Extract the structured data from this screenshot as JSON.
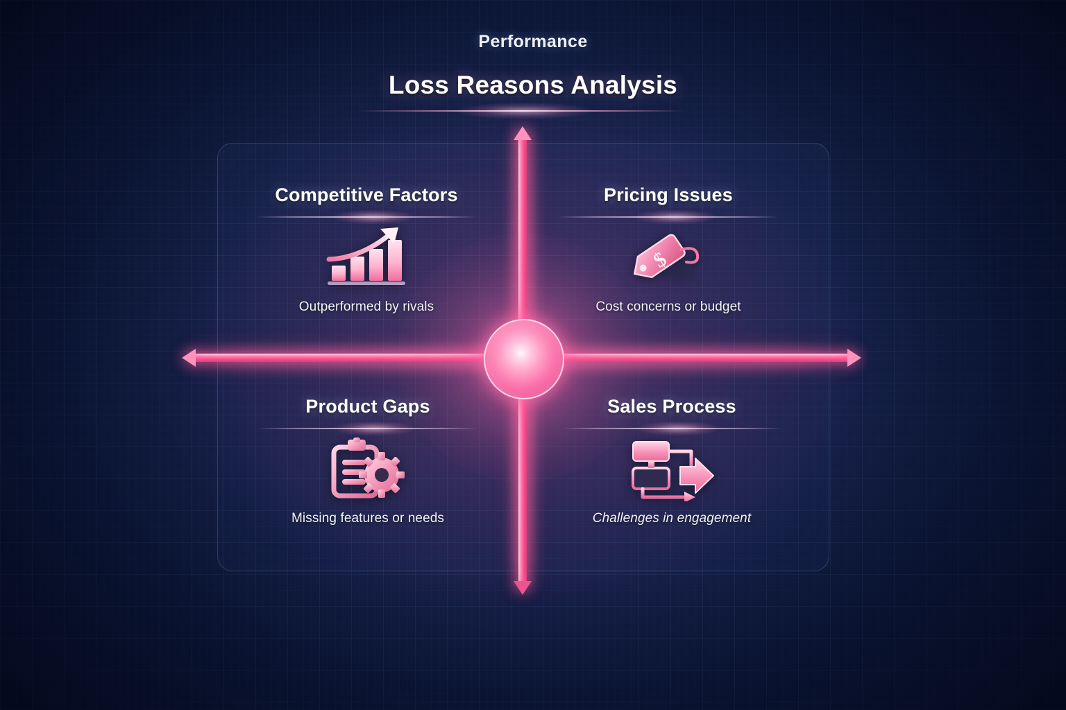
{
  "header": {
    "kicker": "Performance",
    "title": "Loss Reasons Analysis"
  },
  "colors": {
    "background_deep": "#0a1433",
    "background_mid": "#132148",
    "accent_pink": "#f8538f",
    "accent_pink_light": "#ff93bd",
    "hub_core": "#fff6fa",
    "text_primary": "#ffffff",
    "text_secondary": "#f2f4fb",
    "panel_border": "rgba(150,180,235,0.22)"
  },
  "center_node": {
    "name": "central-hub",
    "shape": "glowing-sphere"
  },
  "axes": {
    "horizontal": {
      "left_arrow": "arrow-left-icon",
      "right_arrow": "arrow-right-icon"
    },
    "vertical": {
      "top_arrow": "arrow-up-icon",
      "bottom_arrow": "arrow-down-icon"
    }
  },
  "quadrants": [
    {
      "position": "top-left",
      "title": "Competitive Factors",
      "subtitle": "Outperformed by rivals",
      "icon": "bar-chart-growth-icon",
      "subtitle_style": "normal"
    },
    {
      "position": "top-right",
      "title": "Pricing Issues",
      "subtitle": "Cost concerns or budget",
      "icon": "price-tag-dollar-icon",
      "subtitle_style": "normal"
    },
    {
      "position": "bottom-left",
      "title": "Product Gaps",
      "subtitle": "Missing features or needs",
      "icon": "clipboard-gear-icon",
      "subtitle_style": "normal"
    },
    {
      "position": "bottom-right",
      "title": "Sales Process",
      "subtitle": "Challenges in engagement",
      "icon": "workflow-arrow-icon",
      "subtitle_style": "italic"
    }
  ]
}
